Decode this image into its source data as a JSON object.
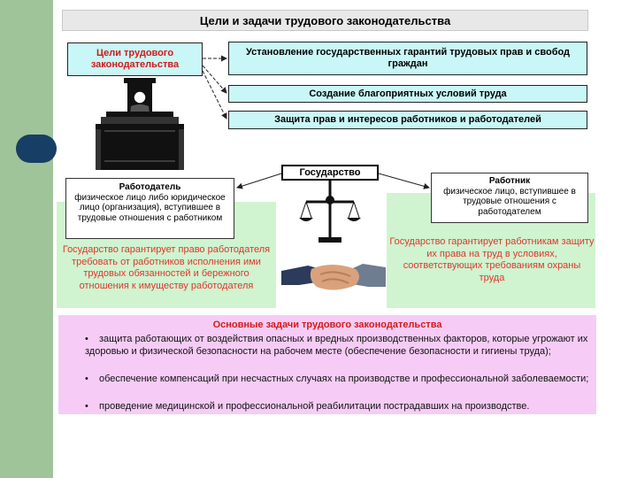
{
  "title": "Цели и задачи трудового законодательства",
  "goals": {
    "label": "Цели трудового законодательства",
    "items": [
      "Установление государственных гарантий трудовых прав и свобод граждан",
      "Создание благоприятных условий труда",
      "Защита прав и интересов работников и работодателей"
    ]
  },
  "state": "Государство",
  "employer": {
    "title": "Работодатель",
    "text": "физическое лицо либо юридическое лицо (организация), вступившее в трудовые отношения с работником"
  },
  "employee": {
    "title": "Работник",
    "text": "физическое лицо, вступившее в трудовые отношения с работодателем"
  },
  "guarantee_employer": "Государство гарантирует право работодателя требовать от работников исполнения ими трудовых обязанностей и бережного отношения к имуществу работодателя",
  "guarantee_employee": "Государство гарантирует работникам защиту их права на труд в условиях, соответствующих требованиям охраны труда",
  "tasks": {
    "title": "Основные задачи трудового законодательства",
    "bullet": "•",
    "items": [
      "защита работающих от воздействия опасных и вредных производственных факторов, которые угрожают их здоровью и физической безопасности на рабочем месте (обеспечение безопасности и гигиены труда);",
      "обеспечение компенсаций при несчастных случаях на производстве и профессиональной заболеваемости;",
      "проведение медицинской и профессиональной реабилитации пострадавших на производстве."
    ]
  },
  "colors": {
    "side_band": "#9fc499",
    "side_pill": "#173e64",
    "cyan_box": "#c9f6f6",
    "green_panel": "#cff4cf",
    "pink_panel": "#f6ccf6",
    "heading_red": "#d11a1a",
    "guarantee_red": "#e0362c"
  },
  "icons": [
    "judge-illustration",
    "scales-icon",
    "handshake-illustration"
  ]
}
